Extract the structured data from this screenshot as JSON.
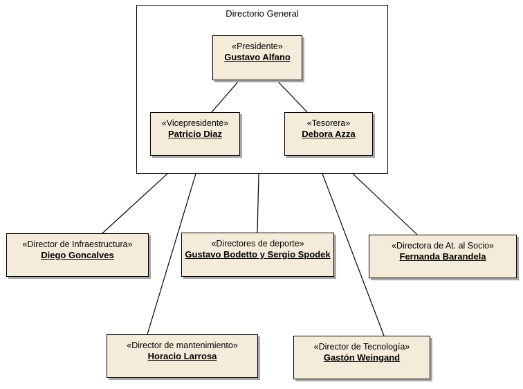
{
  "diagram": {
    "group_title": "Directorio General",
    "nodes": {
      "presidente": {
        "stereotype": "«Presidente»",
        "name": "Gustavo Alfano"
      },
      "vicepresidente": {
        "stereotype": "«Vicepresidente»",
        "name": "Patricio Diaz"
      },
      "tesorera": {
        "stereotype": "«Tesorera»",
        "name": "Debora Azza"
      },
      "infraestructura": {
        "stereotype": "«Director de Infraestructura»",
        "name": "Diego Goncalves"
      },
      "deporte": {
        "stereotype": "«Directores de deporte»",
        "name": "Gustavo Bodetto y Sergio Spodek"
      },
      "socio": {
        "stereotype": "«Directora de At. al Socio»",
        "name": "Fernanda Barandela"
      },
      "mantenimiento": {
        "stereotype": "«Director de mantenimiento»",
        "name": "Horacio Larrosa"
      },
      "tecnologia": {
        "stereotype": "«Director de Tecnología»",
        "name": "Gastón Weingand"
      }
    },
    "links": [
      [
        "presidente",
        "vicepresidente"
      ],
      [
        "presidente",
        "tesorera"
      ],
      [
        "directorio",
        "infraestructura"
      ],
      [
        "directorio",
        "mantenimiento"
      ],
      [
        "directorio",
        "deporte"
      ],
      [
        "directorio",
        "tecnologia"
      ],
      [
        "directorio",
        "socio"
      ]
    ],
    "colors": {
      "node_fill": "#f5ebda",
      "border": "#000000",
      "shadow": "#a9a9a9"
    }
  }
}
